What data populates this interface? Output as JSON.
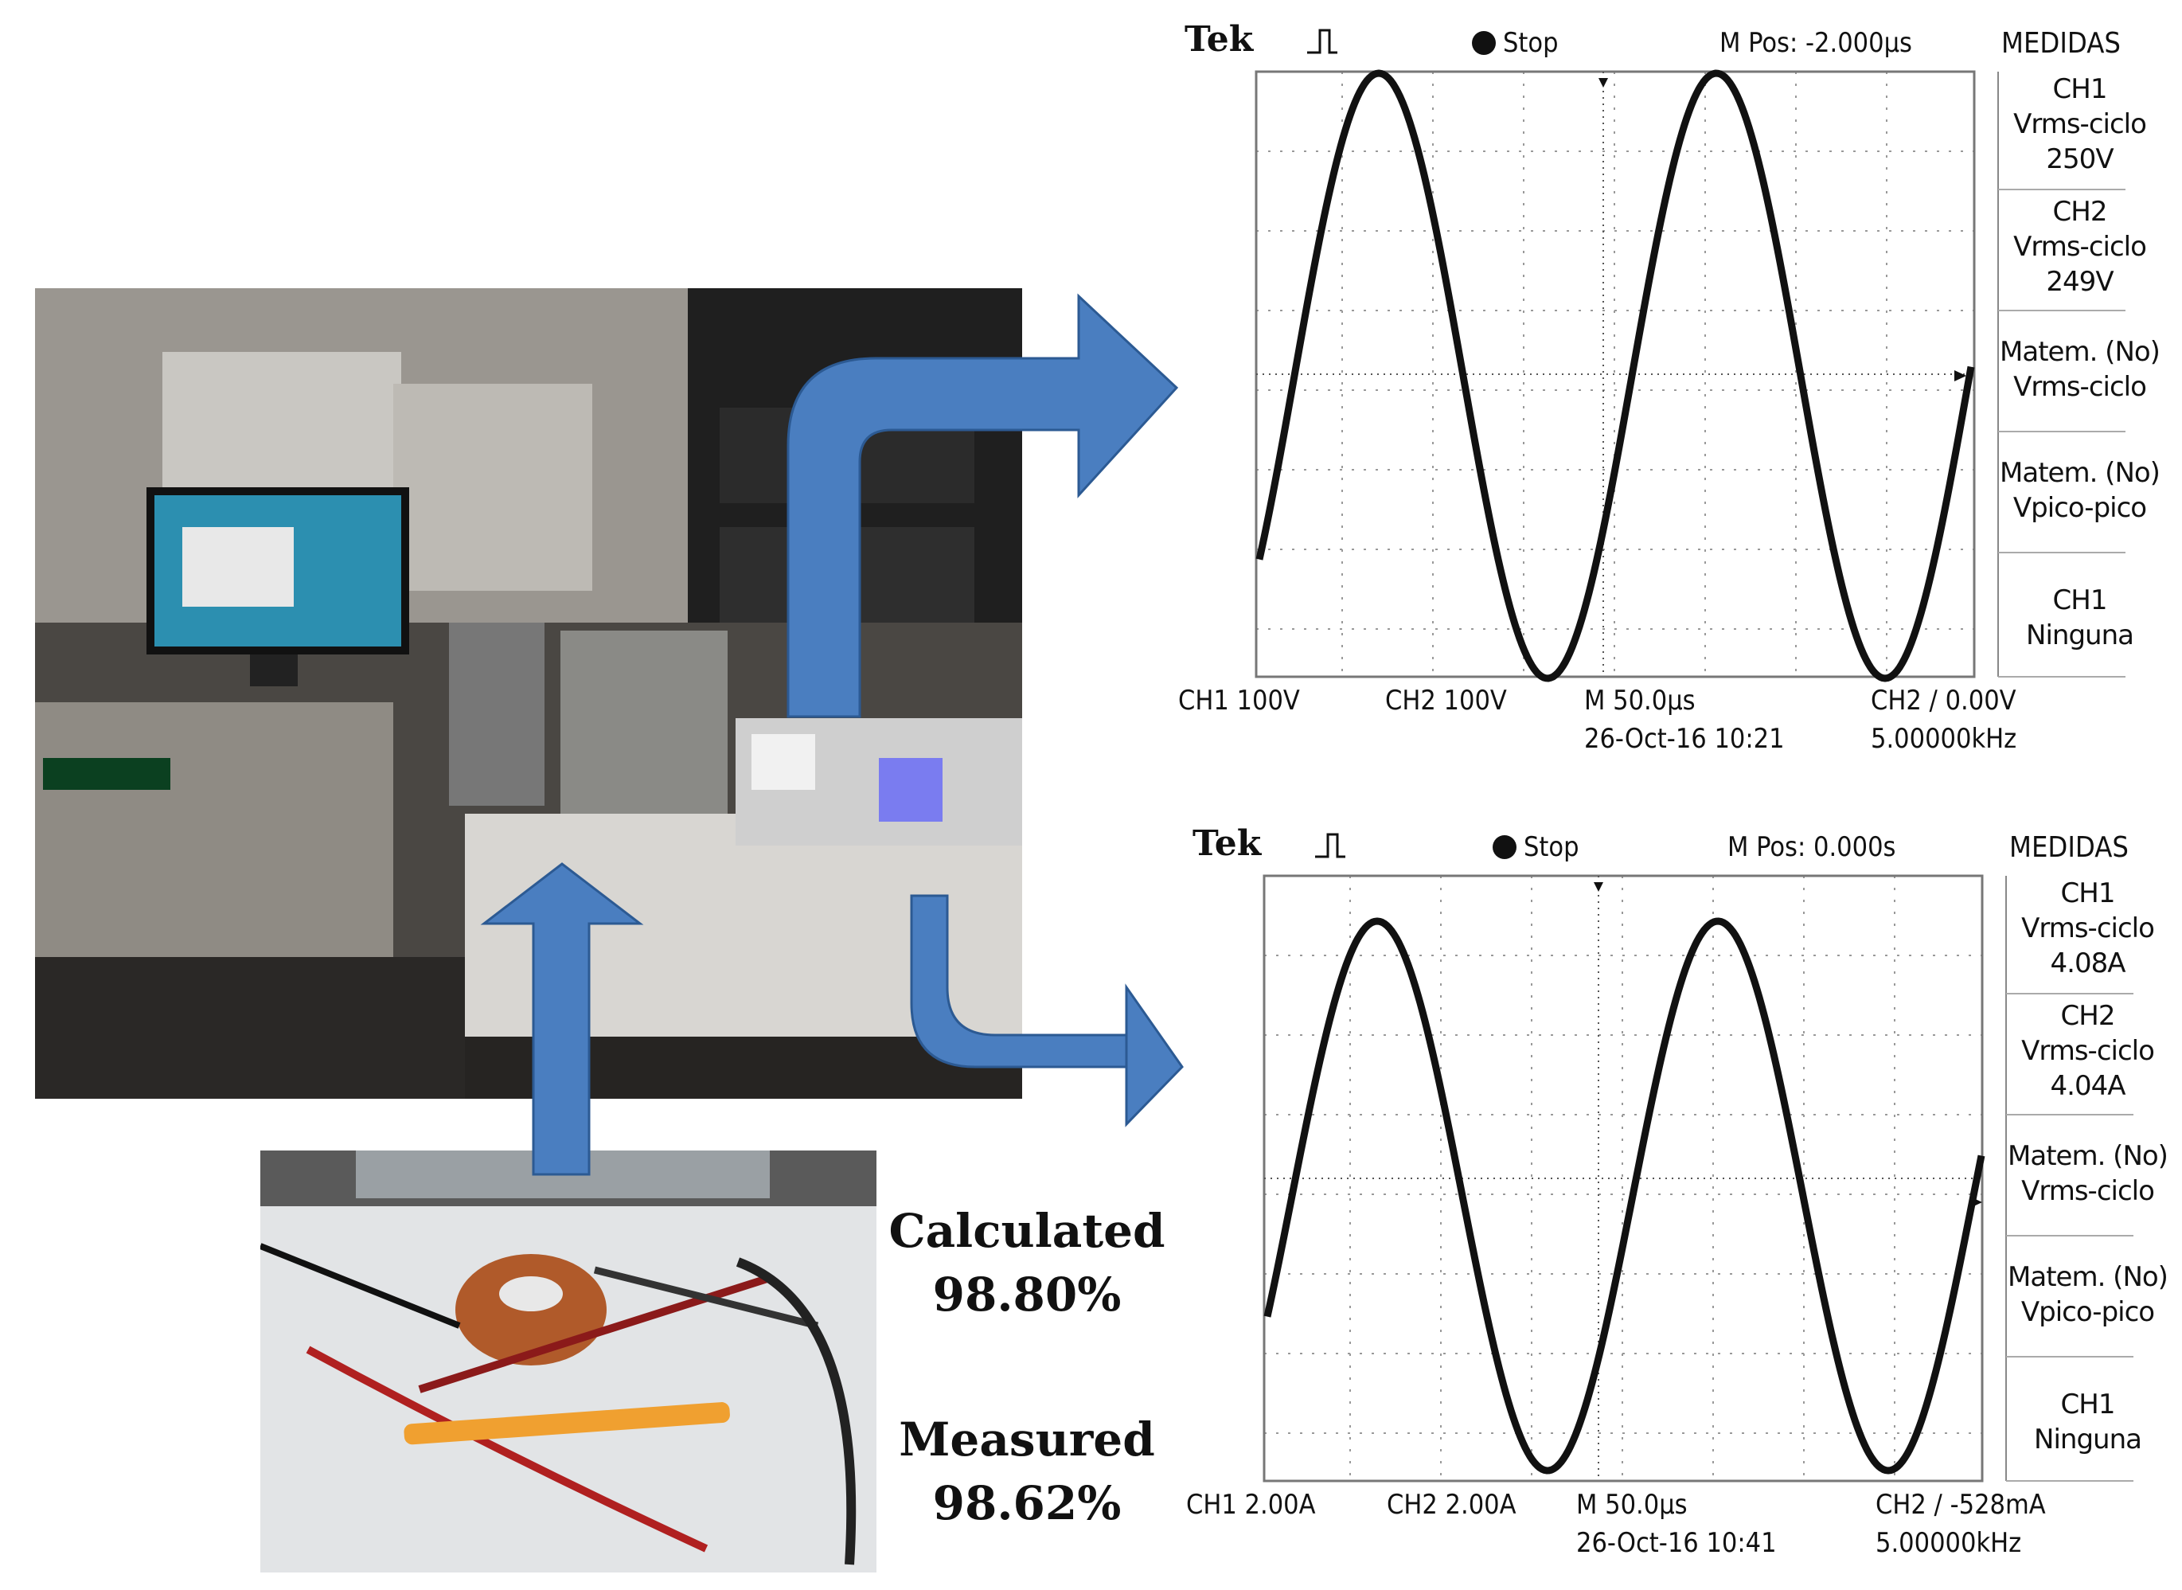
{
  "labels": {
    "calculated_title": "Calculated",
    "calculated_value": "98.80%",
    "measured_title": "Measured",
    "measured_value": "98.62%"
  },
  "scope_top": {
    "brand": "Tek",
    "state": "Stop",
    "mpos": "M Pos: -2.000µs",
    "panel_title": "MEDIDAS",
    "measurements": [
      {
        "source": "CH1",
        "type": "Vrms-ciclo",
        "value": "250V"
      },
      {
        "source": "CH2",
        "type": "Vrms-ciclo",
        "value": "249V"
      },
      {
        "source": "Matem. (No)",
        "type": "Vrms-ciclo",
        "value": ""
      },
      {
        "source": "Matem. (No)",
        "type": "Vpico-pico",
        "value": ""
      },
      {
        "source": "CH1",
        "type": "Ninguna",
        "value": ""
      }
    ],
    "ch1": "CH1  100V",
    "ch2": "CH2  100V",
    "timebase": "M 50.0µs",
    "datetime": "26-Oct-16 10:21",
    "trigger": "CH2 ∕ 0.00V",
    "frequency": "5.00000kHz"
  },
  "scope_bottom": {
    "brand": "Tek",
    "state": "Stop",
    "mpos": "M Pos: 0.000s",
    "panel_title": "MEDIDAS",
    "measurements": [
      {
        "source": "CH1",
        "type": "Vrms-ciclo",
        "value": "4.08A"
      },
      {
        "source": "CH2",
        "type": "Vrms-ciclo",
        "value": "4.04A"
      },
      {
        "source": "Matem. (No)",
        "type": "Vrms-ciclo",
        "value": ""
      },
      {
        "source": "Matem. (No)",
        "type": "Vpico-pico",
        "value": ""
      },
      {
        "source": "CH1",
        "type": "Ninguna",
        "value": ""
      }
    ],
    "ch1": "CH1  2.00A",
    "ch2": "CH2  2.00A",
    "timebase": "M 50.0µs",
    "datetime": "26-Oct-16 10:41",
    "trigger": "CH2 ∕ -528mA",
    "frequency": "5.00000kHz"
  },
  "colors": {
    "arrow": "#4a7ec0",
    "arrow_edge": "#2c5a93",
    "trace": "#111111"
  }
}
